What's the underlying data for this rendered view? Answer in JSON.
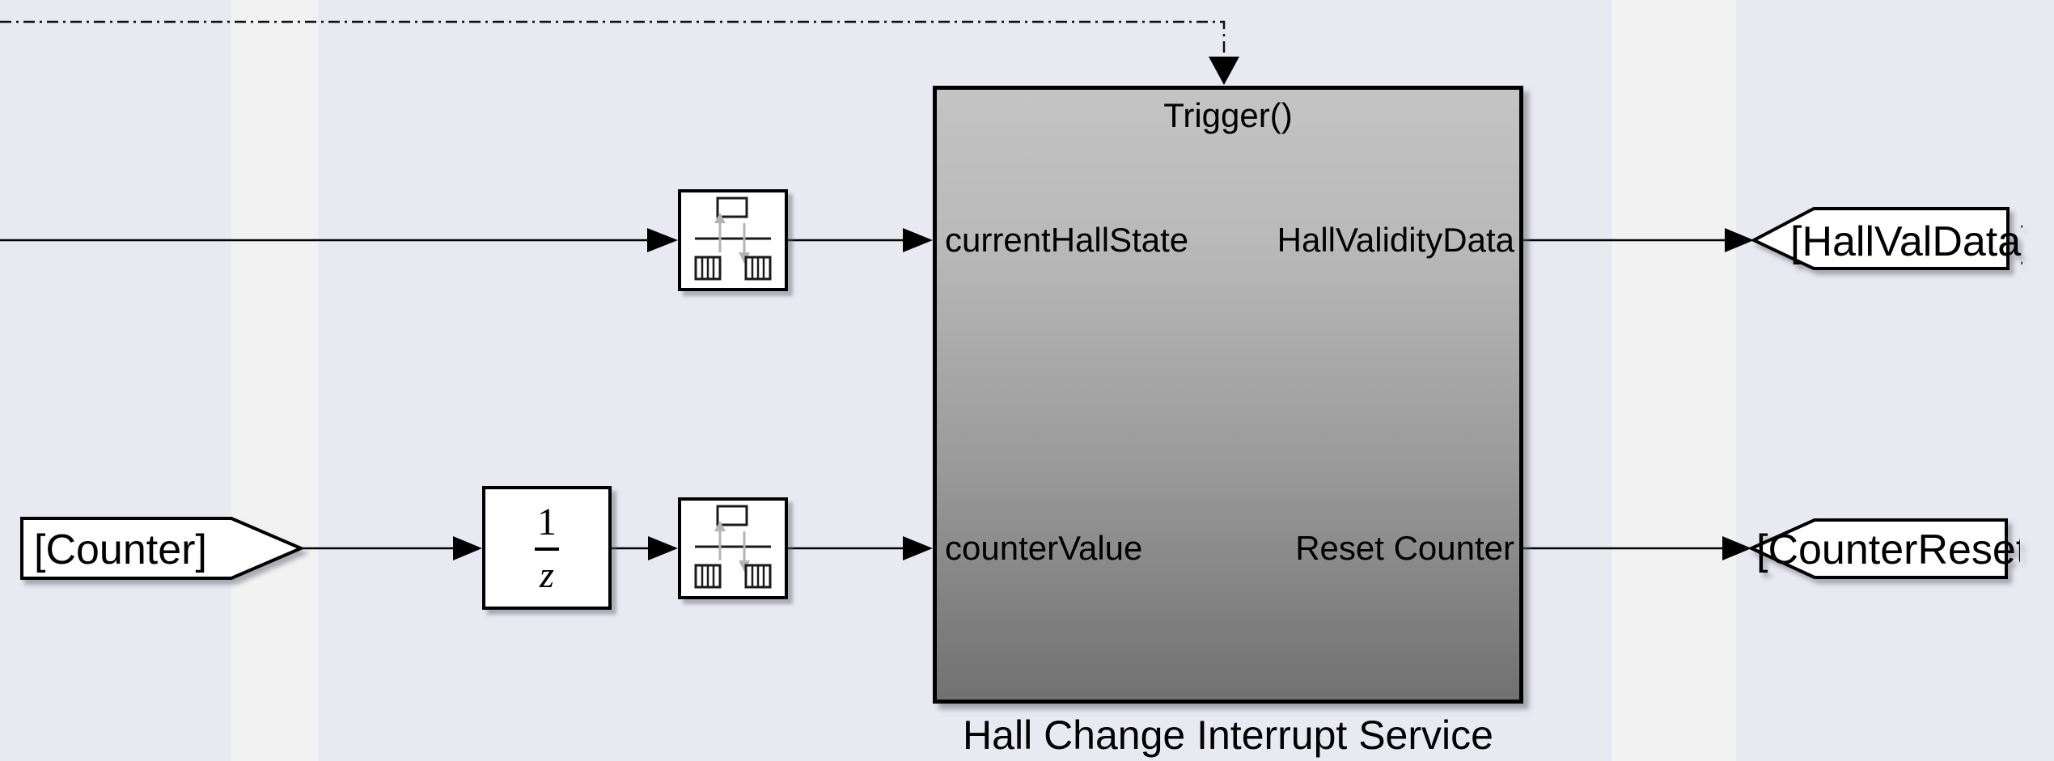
{
  "diagram": {
    "trigger_label": "Trigger()",
    "subsystem": {
      "name": "Hall Change Interrupt Service",
      "input_ports": [
        "currentHallState",
        "counterValue"
      ],
      "output_ports": [
        "HallValidityData",
        "Reset Counter"
      ]
    },
    "from_tag": {
      "label": "[Counter]"
    },
    "goto_tags": [
      {
        "label": "[HallValData]"
      },
      {
        "label": "[CounterReset]"
      }
    ],
    "unit_delay": {
      "numerator": "1",
      "denominator": "z"
    },
    "icons": {
      "rate_transition": "rate-transition-icon",
      "trigger": "trigger-arrow-icon"
    },
    "colors": {
      "canvas_background": "#e9e9f2",
      "page_band": "#f2f2f2",
      "subsystem_gradient_top": "#c4c4c4",
      "subsystem_gradient_bottom": "#717171",
      "wire": "#000000",
      "block_fill": "#ffffff",
      "icon_arrow_gray": "#b4b4b4"
    }
  }
}
